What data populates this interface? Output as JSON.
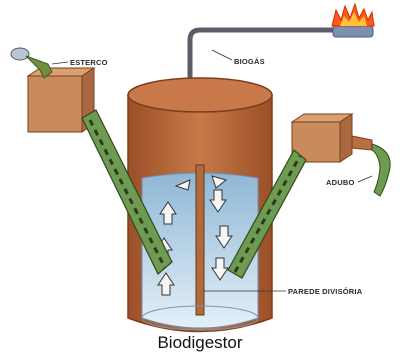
{
  "labels": {
    "esterco": "ESTERCO",
    "biogas": "BIOGÁS",
    "adubo": "ADUBO",
    "parede": "PAREDE DIVISÓRIA"
  },
  "caption": "Biodigestor",
  "colors": {
    "tank_wall": "#b8683a",
    "tank_top": "#c9784a",
    "liquid": "#bcd8ea",
    "pipe": "#4f7a3c",
    "box": "#c98a5c",
    "flame": "#ff5a1a",
    "burner": "#7d90b0"
  }
}
